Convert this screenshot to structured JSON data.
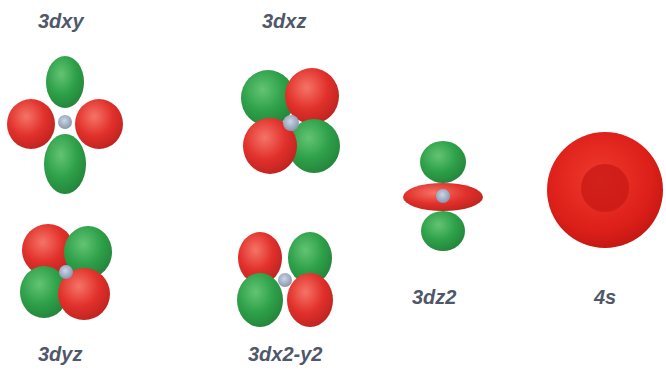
{
  "diagram": {
    "labels": [
      "3dxy",
      "3dxz",
      "3dyz",
      "3dx2-y2",
      "3dz2",
      "4s"
    ]
  }
}
